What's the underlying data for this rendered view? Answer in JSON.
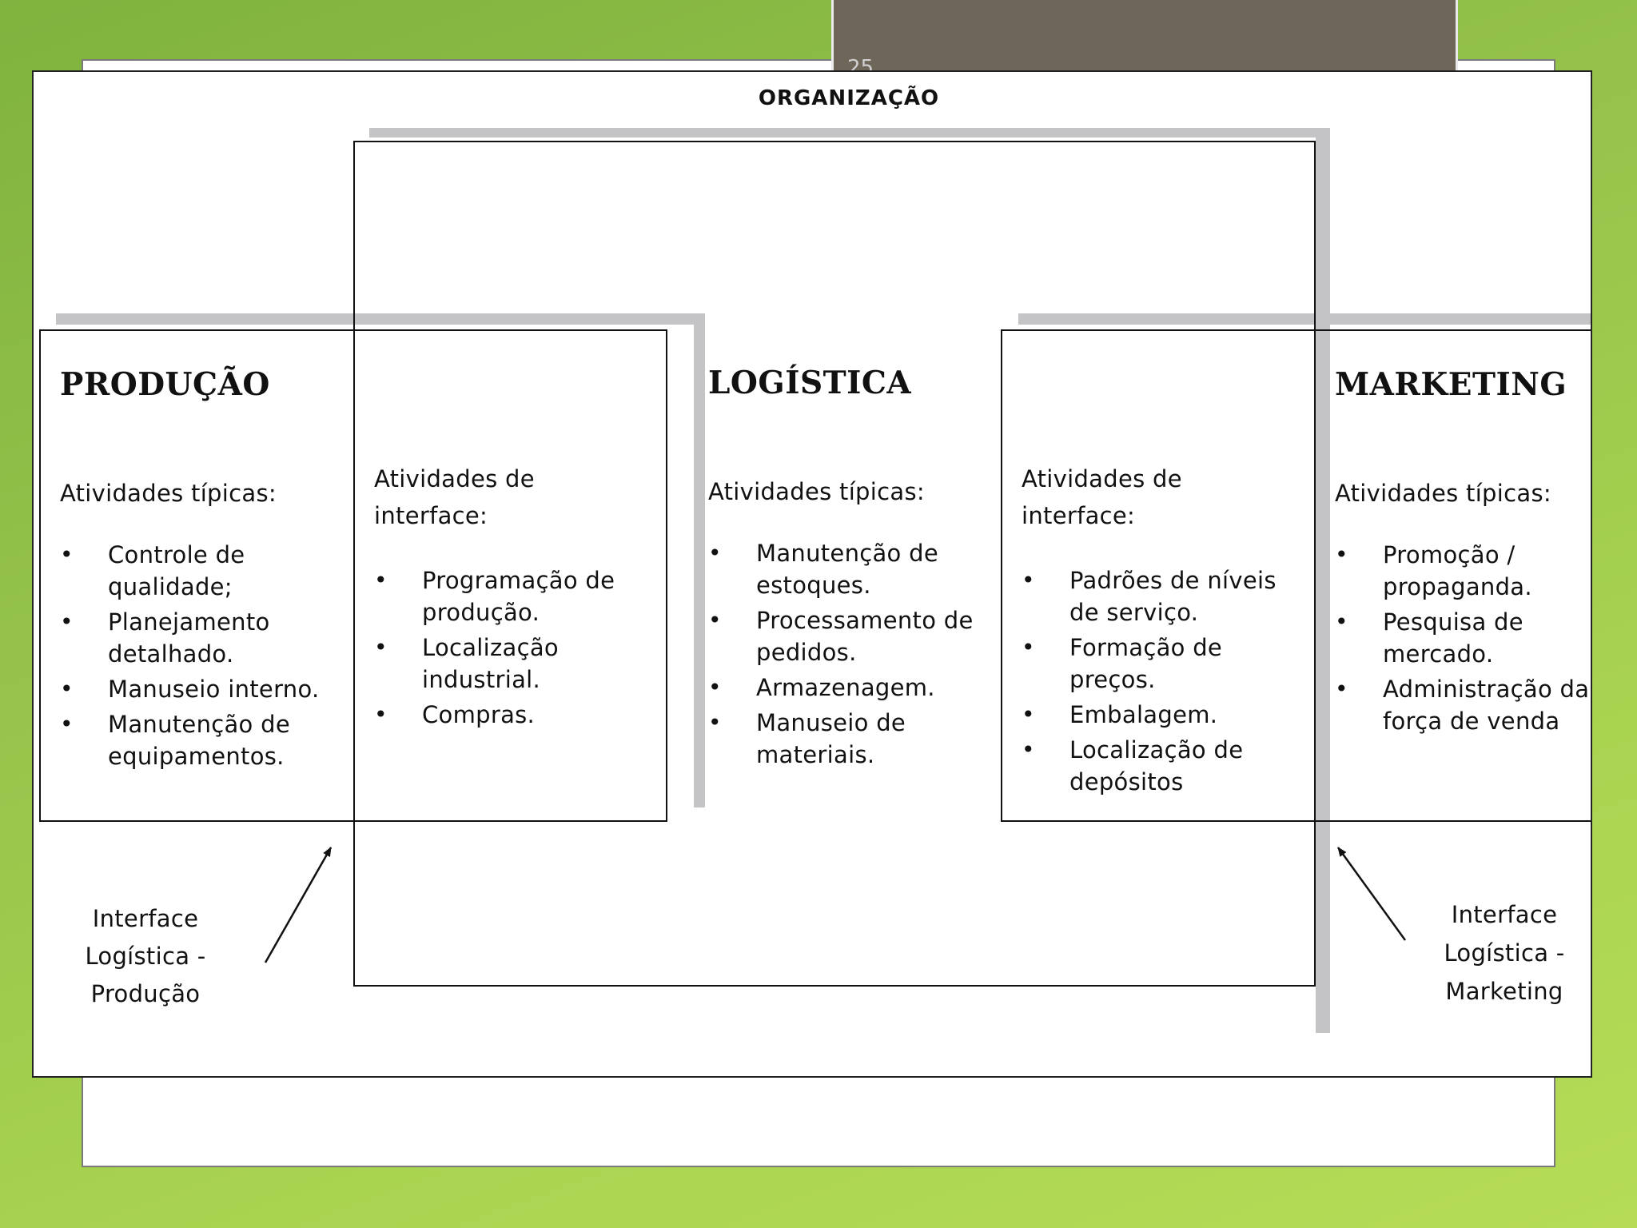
{
  "slide_number": "25",
  "organization": {
    "title": "ORGANIZAÇÃO"
  },
  "producao": {
    "title": "PRODUÇÃO",
    "subtitle": "Atividades típicas:",
    "items": [
      "Controle de qualidade;",
      "Planejamento detalhado.",
      "Manuseio interno.",
      "Manutenção de equipamentos."
    ]
  },
  "interface_producao": {
    "subtitle_line1": "Atividades de",
    "subtitle_line2": "interface:",
    "items": [
      "Programação de produção.",
      "Localização industrial.",
      "Compras."
    ]
  },
  "logistica": {
    "title": "LOGÍSTICA",
    "subtitle": "Atividades típicas:",
    "items": [
      "Manutenção de estoques.",
      "Processamento de pedidos.",
      "Armazenagem.",
      "Manuseio de materiais."
    ]
  },
  "interface_marketing": {
    "subtitle_line1": "Atividades de",
    "subtitle_line2": "interface:",
    "items": [
      "Padrões de níveis de serviço.",
      "Formação de preços.",
      "Embalagem.",
      "Localização de depósitos"
    ]
  },
  "marketing": {
    "title": "MARKETING",
    "subtitle": "Atividades típicas:",
    "items": [
      "Promoção / propaganda.",
      "Pesquisa de mercado.",
      "Administração da força de venda"
    ]
  },
  "labels": {
    "left": [
      "Interface",
      "Logística -",
      "Produção"
    ],
    "right": [
      "Interface",
      "Logística -",
      "Marketing"
    ]
  }
}
